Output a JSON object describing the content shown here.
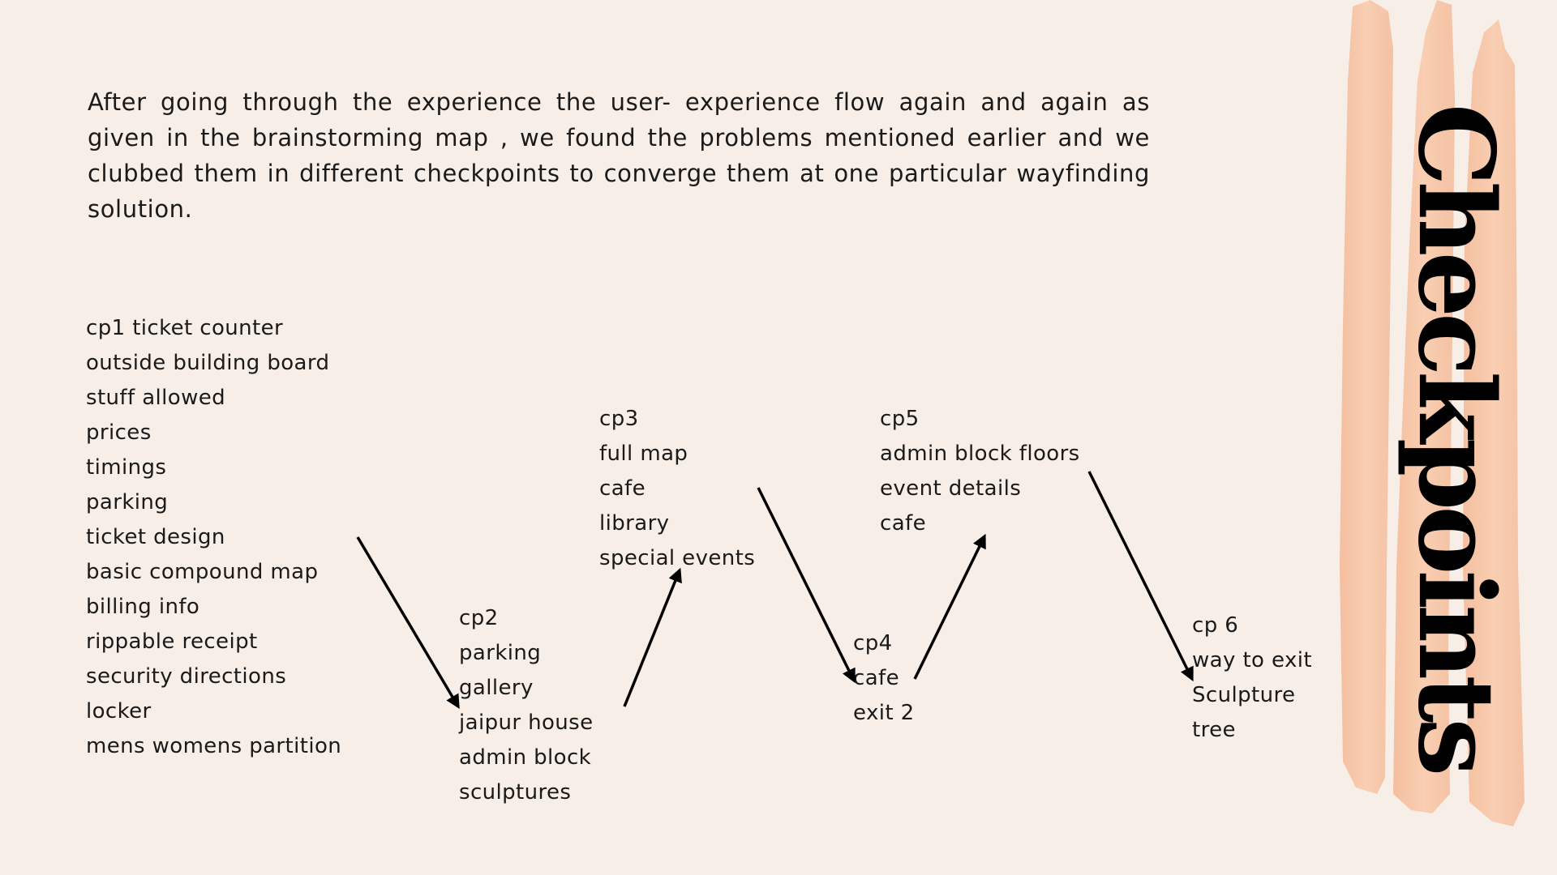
{
  "title": "Checkpoints",
  "intro": "After going through the experience the user- experience flow again and again as given in the brainstorming map , we found the problems mentioned earlier and we clubbed them in different checkpoints to converge them at one particular wayfinding solution.",
  "colors": {
    "background": "#f6eee7",
    "brush": "#f7c6a6",
    "text": "#1a1a1a"
  },
  "checkpoints": [
    {
      "id": "cp1",
      "items": [
        "cp1 ticket counter",
        "outside building board",
        "stuff allowed",
        "prices",
        "timings",
        "parking",
        "ticket design",
        "basic compound map",
        "billing info",
        "rippable receipt",
        "security directions",
        "locker",
        "mens womens partition"
      ]
    },
    {
      "id": "cp2",
      "items": [
        "cp2",
        "parking",
        "gallery",
        "jaipur house",
        "admin block",
        "sculptures"
      ]
    },
    {
      "id": "cp3",
      "items": [
        "cp3",
        "full map",
        "cafe",
        "library",
        "special events"
      ]
    },
    {
      "id": "cp4",
      "items": [
        "cp4",
        "cafe",
        "exit 2"
      ]
    },
    {
      "id": "cp5",
      "items": [
        "cp5",
        "admin block floors",
        "event details",
        "cafe"
      ]
    },
    {
      "id": "cp6",
      "items": [
        "cp 6",
        "way to exit",
        "Sculpture",
        "tree"
      ]
    }
  ]
}
